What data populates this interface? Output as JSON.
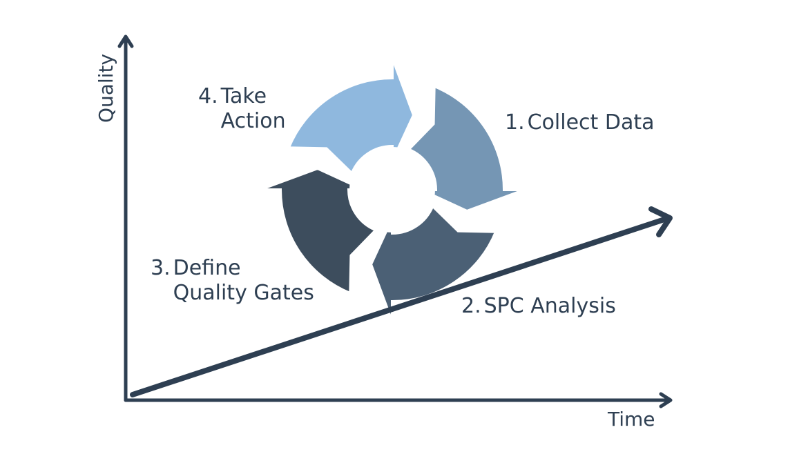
{
  "axes": {
    "y_label": "Quality",
    "x_label": "Time"
  },
  "steps": [
    {
      "number": "1.",
      "lines": [
        "Collect Data"
      ],
      "color": "#7596b4"
    },
    {
      "number": "2.",
      "lines": [
        "SPC Analysis"
      ],
      "color": "#4b6075"
    },
    {
      "number": "3.",
      "lines": [
        "Define",
        "Quality Gates"
      ],
      "color": "#3d4d5d"
    },
    {
      "number": "4.",
      "lines": [
        "Take",
        "Action"
      ],
      "color": "#8fb8de"
    }
  ],
  "colors": {
    "ink": "#2e3f52",
    "background": "#ffffff"
  }
}
